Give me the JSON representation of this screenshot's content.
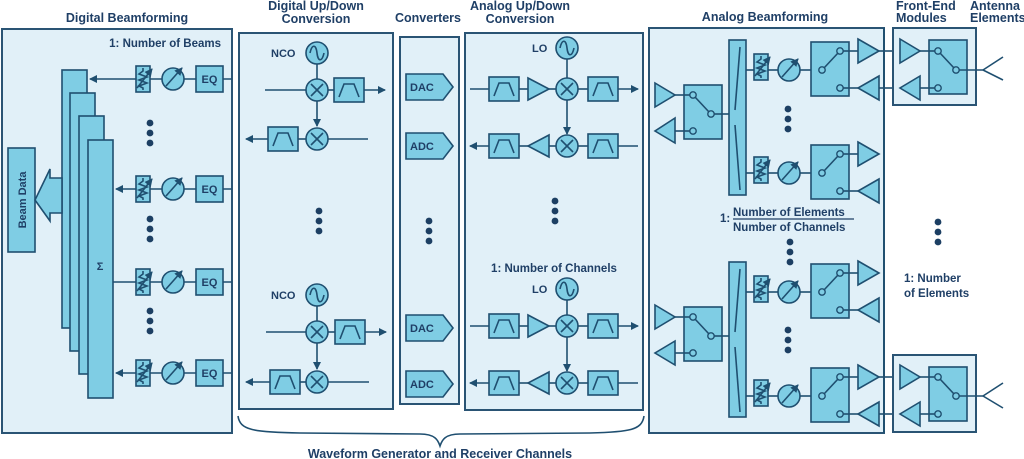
{
  "titles": {
    "digital_beamforming": "Digital Beamforming",
    "digital_updown_line1": "Digital Up/Down",
    "digital_updown_line2": "Conversion",
    "converters": "Converters",
    "analog_updown_line1": "Analog Up/Down",
    "analog_updown_line2": "Conversion",
    "analog_beamforming": "Analog Beamforming",
    "frontend_line1": "Front-End",
    "frontend_line2": "Modules",
    "antenna_line1": "Antenna",
    "antenna_line2": "Elements"
  },
  "annotations": {
    "number_of_beams": "1: Number of Beams",
    "number_of_channels": "1: Number of Channels",
    "ratio_prefix": "1:",
    "ratio_numerator": "Number of Elements",
    "ratio_denominator": "Number of Channels",
    "number_of_elements_line1": "1: Number",
    "number_of_elements_line2": "of Elements",
    "waveform_caption": "Waveform Generator and Receiver Channels"
  },
  "blocks": {
    "beam_data": "Beam Data",
    "sigma": "Σ",
    "eq": "EQ",
    "nco": "NCO",
    "lo": "LO",
    "dac": "DAC",
    "adc": "ADC"
  },
  "colors": {
    "panel_fill": "#e1f0f8",
    "component_fill": "#7fcde4",
    "stroke": "#1f4f70",
    "text": "#1f3f66"
  }
}
